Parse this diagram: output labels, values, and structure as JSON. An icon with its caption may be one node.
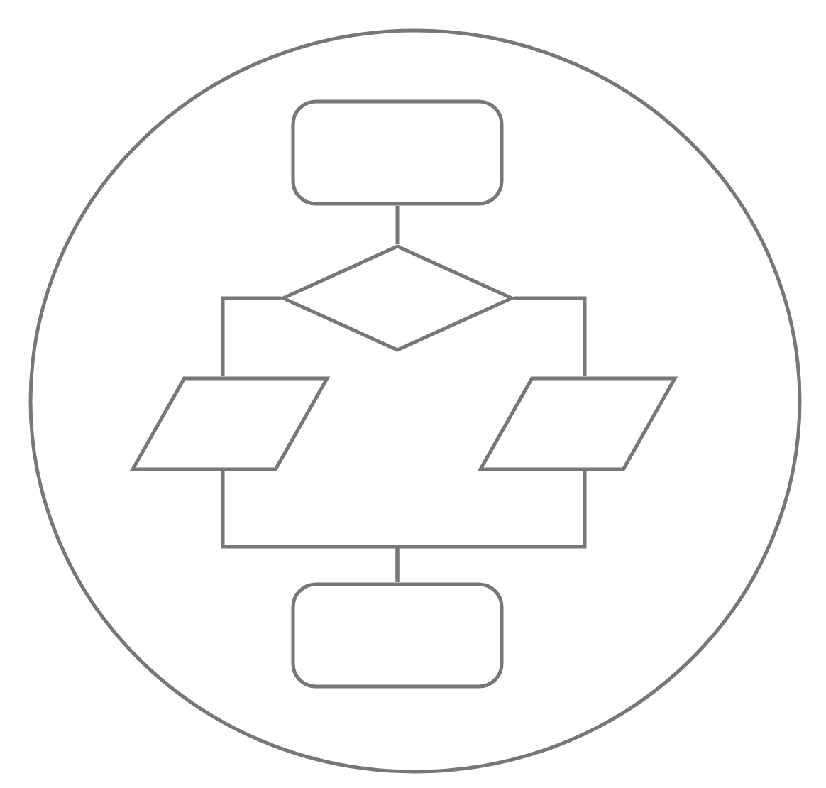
{
  "diagram": {
    "nodes": [
      {
        "text": [],
        "shape": "circle"
      },
      {
        "text": [],
        "shape": "box",
        "in": 0
      },
      {
        "text": [],
        "shape": "diamond",
        "in": 0
      },
      {
        "text": [],
        "shape": "parallelogram",
        "in": 0
      },
      {
        "text": [],
        "shape": "parallelogram",
        "in": 0
      },
      {
        "text": [],
        "shape": "box",
        "in": 0
      }
    ],
    "edges": [
      {
        "from": 1,
        "to": 2,
        "arrow": "none"
      },
      {
        "from": 2,
        "to": 3,
        "arrow": "none"
      },
      {
        "from": 2,
        "to": 4,
        "arrow": "none"
      },
      {
        "from": 3,
        "to": 5,
        "arrow": "none"
      },
      {
        "from": 4,
        "to": 5,
        "arrow": "none"
      }
    ]
  }
}
